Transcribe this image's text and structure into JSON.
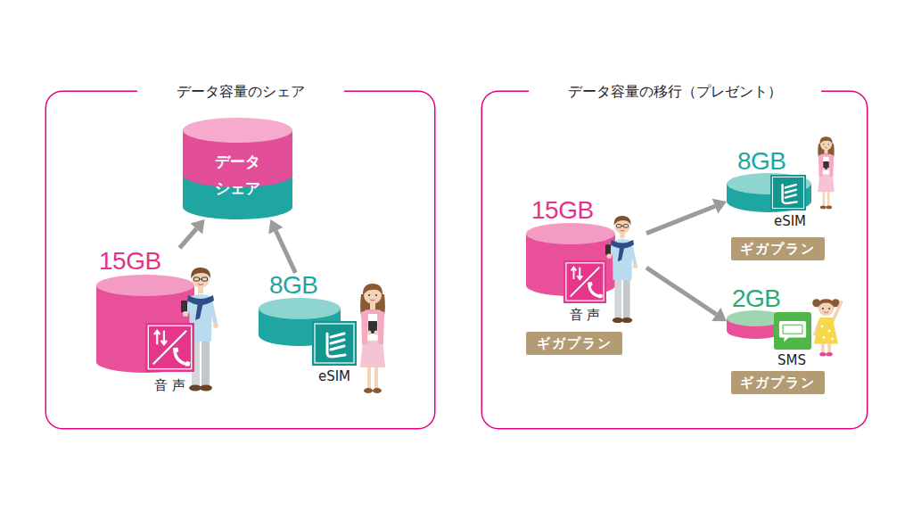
{
  "diagram": {
    "nodes": [
      {
        "text": [
          "データ容量のシェア"
        ]
      },
      {
        "text": [
          "データ シェア"
        ],
        "in": 0
      },
      {
        "text": [
          "15GB",
          "音 声"
        ],
        "in": 0
      },
      {
        "text": [
          "8GB",
          "eSIM"
        ],
        "in": 0
      },
      {
        "text": [
          "データ容量の移行（プレゼント）"
        ]
      },
      {
        "text": [
          "15GB",
          "音 声"
        ],
        "in": 4
      },
      {
        "text": [
          "ギガプラン"
        ],
        "in": 4
      },
      {
        "text": [
          "8GB",
          "eSIM"
        ],
        "in": 4
      },
      {
        "text": [
          "ギガプラン"
        ],
        "in": 4
      },
      {
        "text": [
          "2GB",
          "SMS"
        ],
        "in": 4
      },
      {
        "text": [
          "ギガプラン"
        ],
        "in": 4
      }
    ],
    "edges": [
      {
        "from": 2,
        "to": 1,
        "arrow": "to"
      },
      {
        "from": 3,
        "to": 1,
        "arrow": "to"
      },
      {
        "from": 5,
        "to": 7,
        "arrow": "to"
      },
      {
        "from": 5,
        "to": 9,
        "arrow": "to"
      }
    ]
  }
}
